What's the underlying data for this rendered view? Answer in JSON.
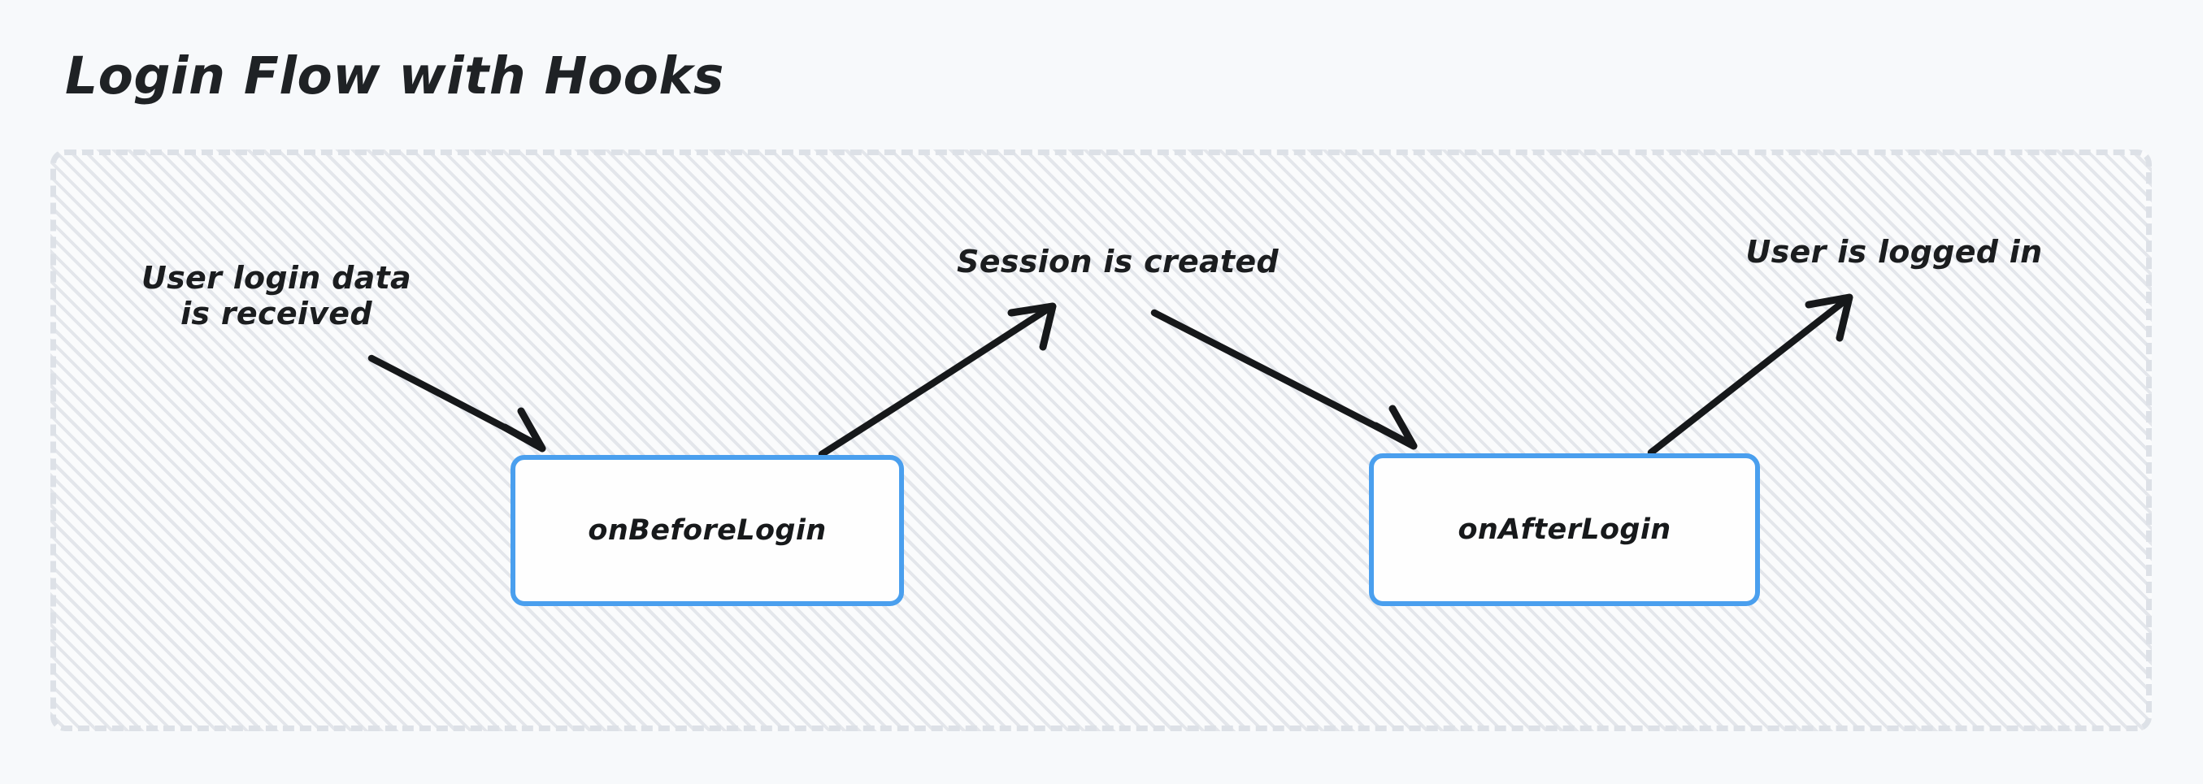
{
  "page": {
    "title": "Login Flow with Hooks",
    "background_color": "#f7f9fb"
  },
  "container": {
    "name": "flow-container",
    "border_style": "dashed",
    "border_color": "#dde1e7",
    "fill_color": "#fafbfc",
    "hatch_pattern": "diagonal-45",
    "hatch_color": "#c4cad4"
  },
  "nodes": [
    {
      "id": "on-before-login",
      "label": "onBeforeLogin",
      "border_color": "#4a9fee",
      "fill_color": "#fefefe"
    },
    {
      "id": "on-after-login",
      "label": "onAfterLogin",
      "border_color": "#4a9fee",
      "fill_color": "#fefefe"
    }
  ],
  "labels": [
    {
      "id": "user-login-data",
      "text": "User login data\nis received"
    },
    {
      "id": "session-created",
      "text": "Session is created"
    },
    {
      "id": "user-logged-in",
      "text": "User is logged in"
    }
  ],
  "arrows": [
    {
      "id": "arrow-login-data-to-before-login",
      "from": "user-login-data",
      "to": "on-before-login",
      "direction": "down-right",
      "color": "#16181a"
    },
    {
      "id": "arrow-before-login-to-session-created",
      "from": "on-before-login",
      "to": "session-created",
      "direction": "up-right",
      "color": "#16181a"
    },
    {
      "id": "arrow-session-created-to-after-login",
      "from": "session-created",
      "to": "on-after-login",
      "direction": "down-right",
      "color": "#16181a"
    },
    {
      "id": "arrow-after-login-to-logged-in",
      "from": "on-after-login",
      "to": "user-logged-in",
      "direction": "up-right",
      "color": "#16181a"
    }
  ]
}
